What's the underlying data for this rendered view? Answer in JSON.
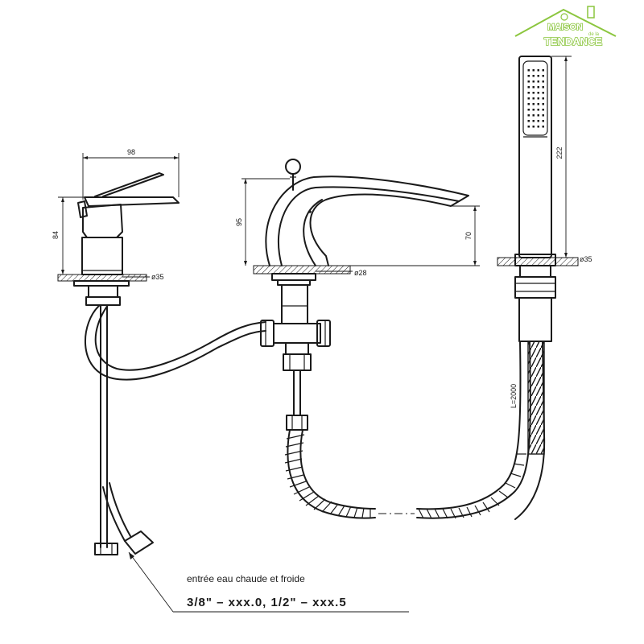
{
  "logo": {
    "line1": "MAISON",
    "line2": "TENDANCE",
    "middle": "de la",
    "color": "#8cc63f"
  },
  "dimensions": {
    "lever_width": "98",
    "lever_height": "84",
    "lever_base_dia": "ø35",
    "spout_height": "95",
    "spout_outlet_height": "70",
    "spout_base_dia": "ø28",
    "shower_height": "222",
    "shower_base_dia": "ø35",
    "hose_length": "L=2000"
  },
  "notes": {
    "inlet_label": "entrée eau chaude et froide",
    "thread_spec": "3/8\" – xxx.0, 1/2\" – xxx.5"
  }
}
